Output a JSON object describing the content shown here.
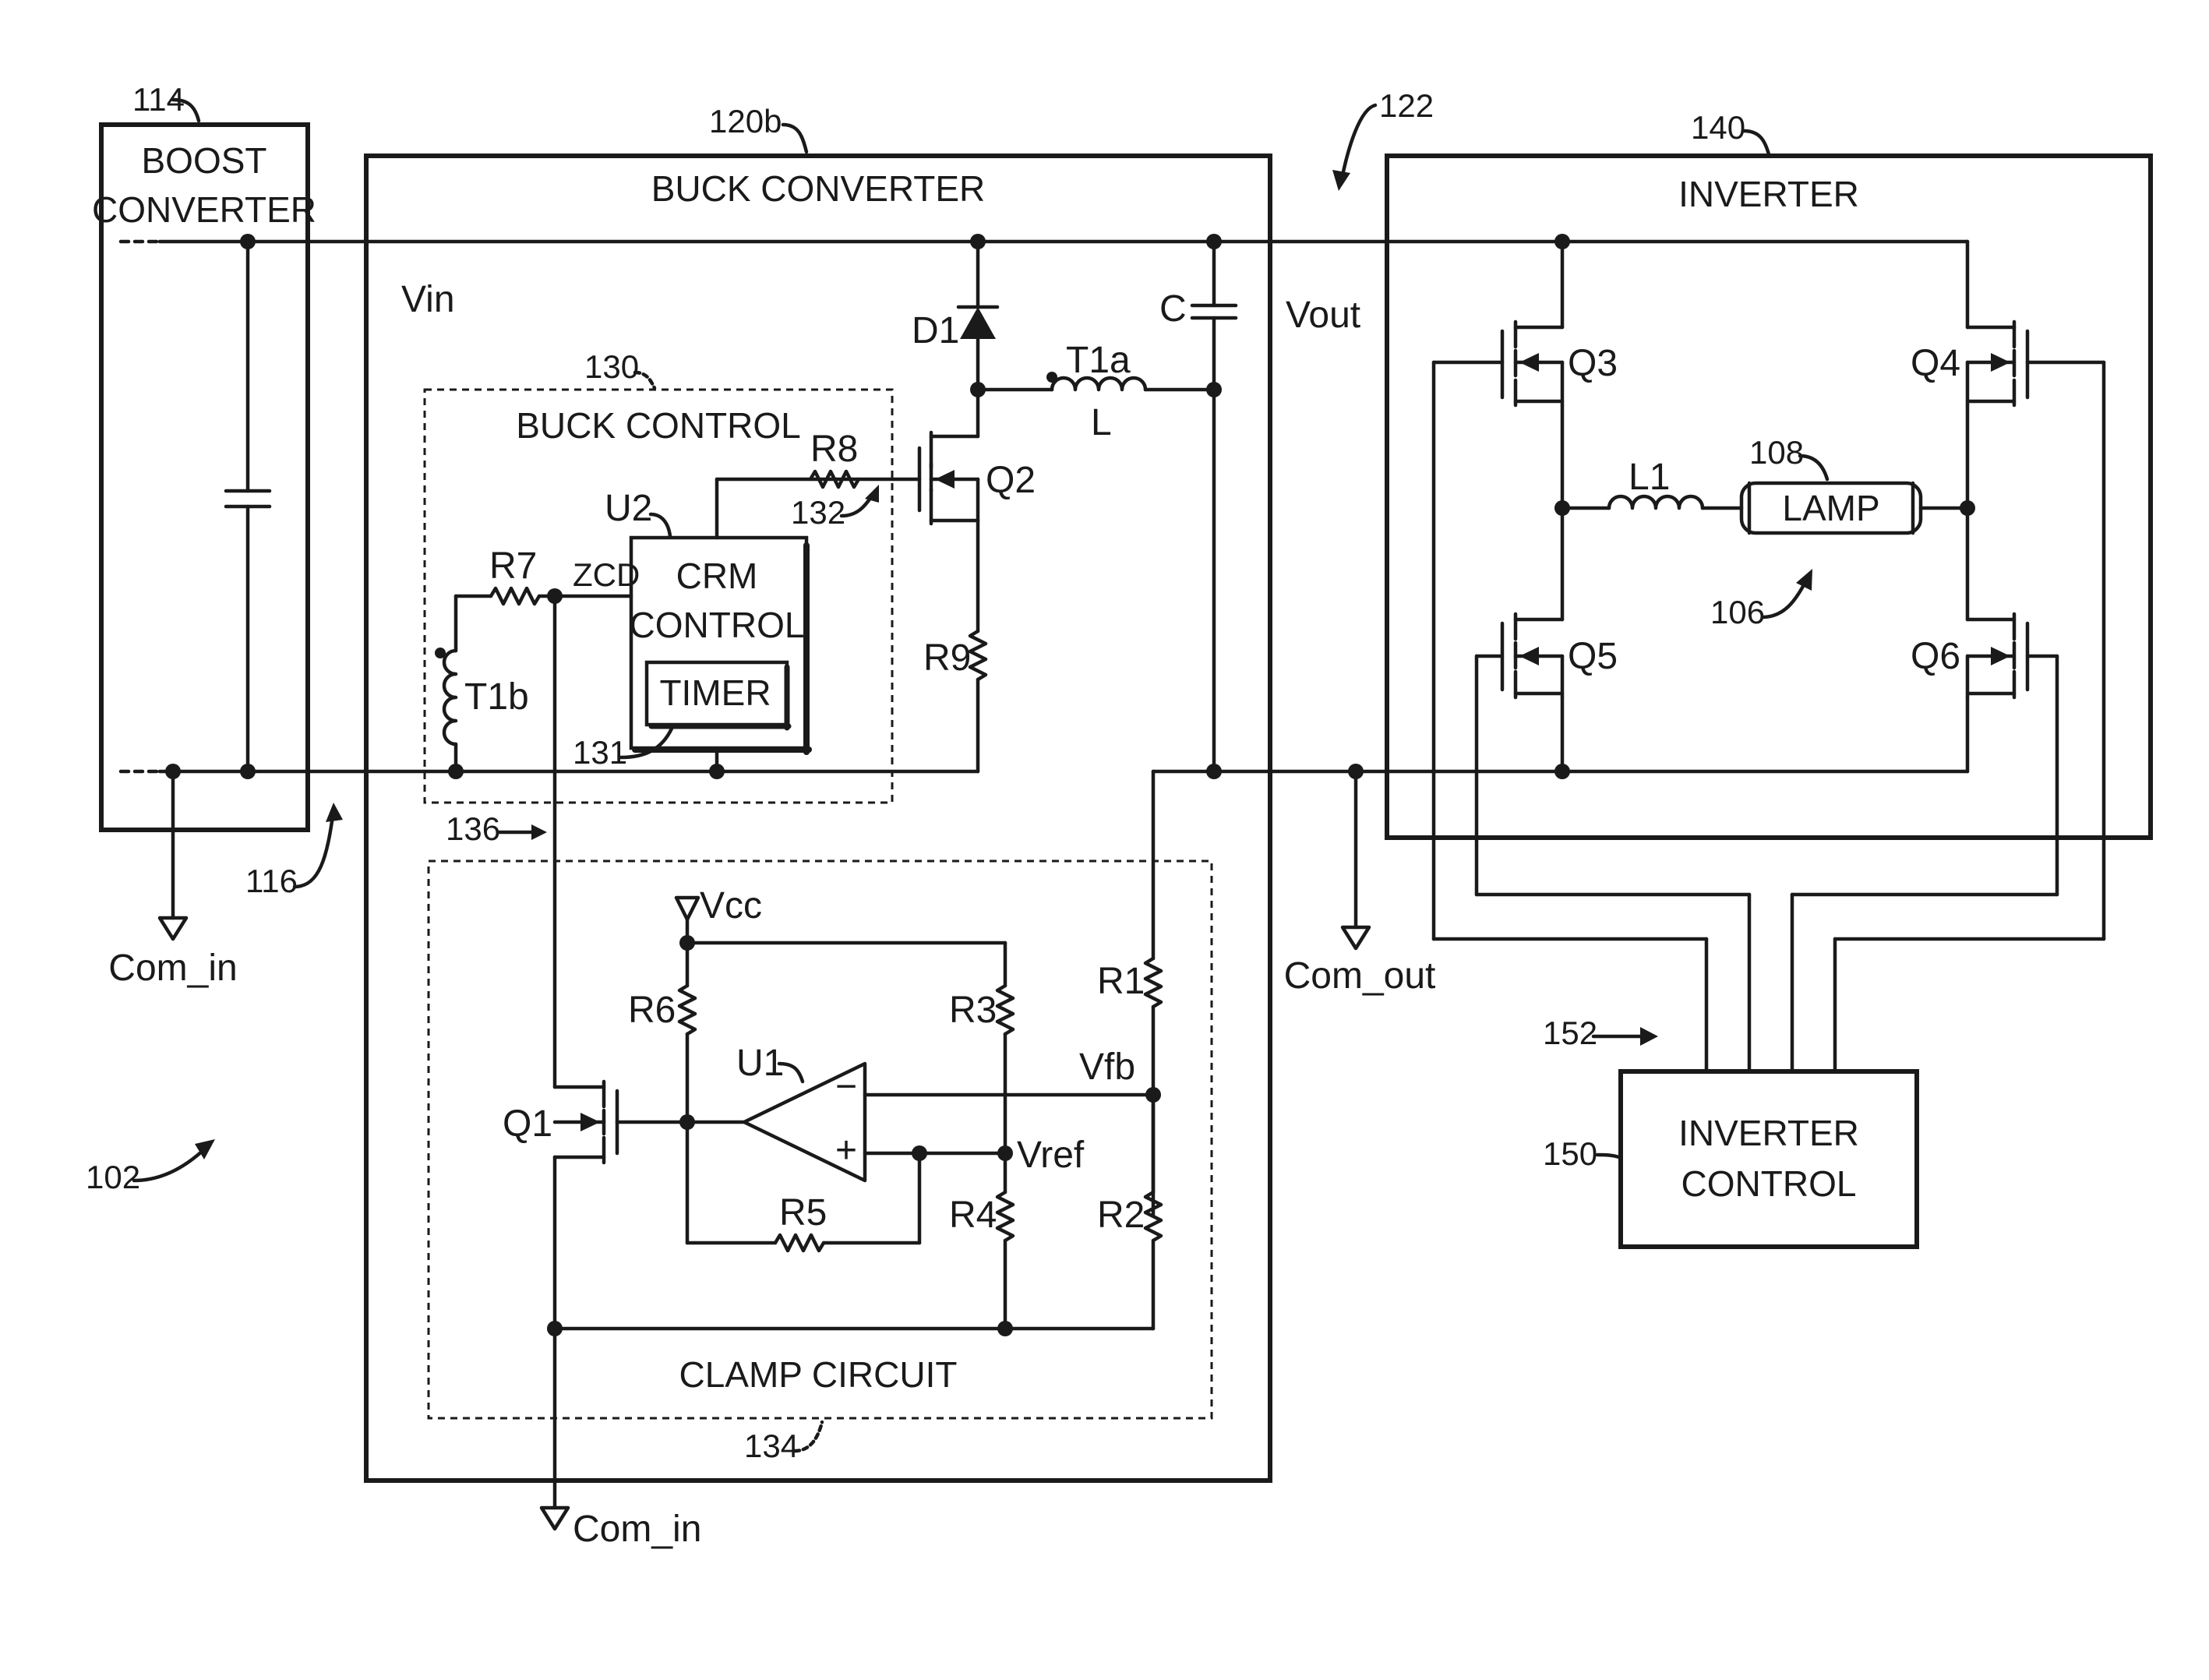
{
  "blocks": {
    "boost_converter": {
      "ref": "114",
      "title_line1": "BOOST",
      "title_line2": "CONVERTER"
    },
    "buck_converter": {
      "ref": "120b",
      "title": "BUCK CONVERTER"
    },
    "buck_control": {
      "ref": "130",
      "title": "BUCK CONTROL"
    },
    "crm_control": {
      "ref": "U2",
      "title_line1": "CRM",
      "title_line2": "CONTROL"
    },
    "timer": {
      "ref": "131",
      "title": "TIMER"
    },
    "clamp_circuit": {
      "ref": "134",
      "title": "CLAMP CIRCUIT"
    },
    "inverter": {
      "ref": "140",
      "title": "INVERTER"
    },
    "inverter_control": {
      "ref": "150",
      "title_line1": "INVERTER",
      "title_line2": "CONTROL"
    },
    "lamp": {
      "ref": "108",
      "title": "LAMP"
    }
  },
  "components": {
    "d1": "D1",
    "c": "C",
    "t1a": "T1a",
    "l": "L",
    "q2": "Q2",
    "r8": "R8",
    "r9": "R9",
    "r7": "R7",
    "t1b": "T1b",
    "zcd": "ZCD",
    "q1": "Q1",
    "u1": "U1",
    "r1": "R1",
    "r2": "R2",
    "r3": "R3",
    "r4": "R4",
    "r5": "R5",
    "r6": "R6",
    "q3": "Q3",
    "q4": "Q4",
    "q5": "Q5",
    "q6": "Q6",
    "l1": "L1"
  },
  "nodes": {
    "vin": "Vin",
    "vout": "Vout",
    "vcc": "Vcc",
    "vfb": "Vfb",
    "vref": "Vref",
    "com_in_left": "Com_in",
    "com_in_bottom": "Com_in",
    "com_out": "Com_out"
  },
  "opamp": {
    "minus": "−",
    "plus": "+"
  },
  "refs": {
    "r102": "102",
    "r106": "106",
    "r116": "116",
    "r122": "122",
    "r132": "132",
    "r136": "136",
    "r152": "152"
  }
}
